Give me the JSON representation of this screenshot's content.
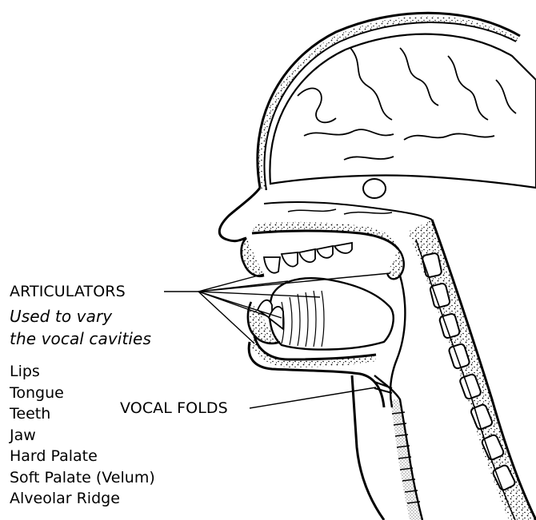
{
  "diagram": {
    "articulators_label": "ARTICULATORS",
    "articulators_desc_line1": "Used to vary",
    "articulators_desc_line2": "the vocal cavities",
    "vocal_folds_label": "VOCAL FOLDS",
    "articulator_list": [
      "Lips",
      "Tongue",
      "Teeth",
      "Jaw",
      "Hard Palate",
      "Soft Palate (Velum)",
      "Alveolar Ridge"
    ],
    "colors": {
      "ink": "#000000",
      "paper": "#ffffff"
    }
  }
}
